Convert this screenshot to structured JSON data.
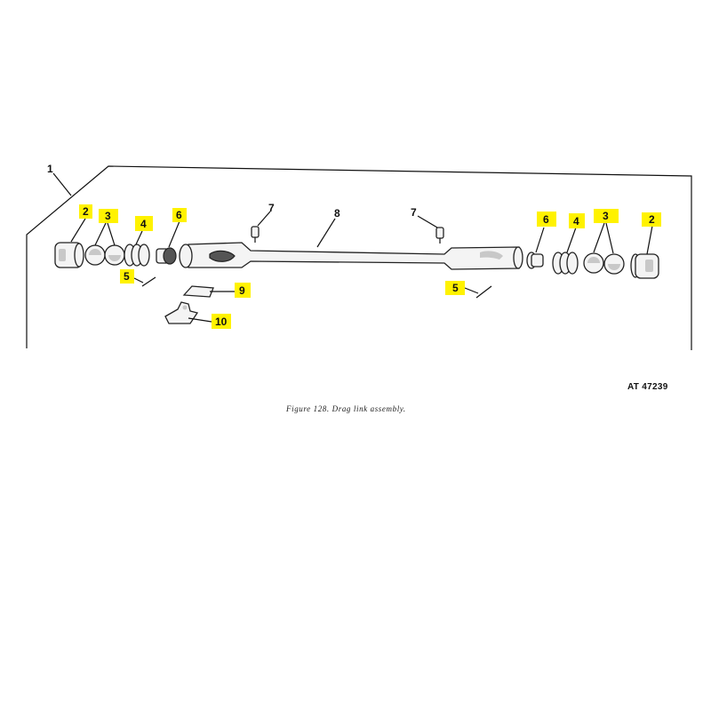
{
  "figure": {
    "number": "AT 47239",
    "caption": "Figure 128. Drag link assembly."
  },
  "callouts": {
    "c1": "1",
    "c2_left": "2",
    "c3_left": "3",
    "c4_left": "4",
    "c6_left": "6",
    "c5_left": "5",
    "c9": "9",
    "c10": "10",
    "c7_left": "7",
    "c8": "8",
    "c7_right": "7",
    "c5_right": "5",
    "c6_right": "6",
    "c4_right": "4",
    "c3_right": "3",
    "c2_right": "2"
  },
  "colors": {
    "callout_highlight": "#fff200",
    "line": "#111111"
  }
}
